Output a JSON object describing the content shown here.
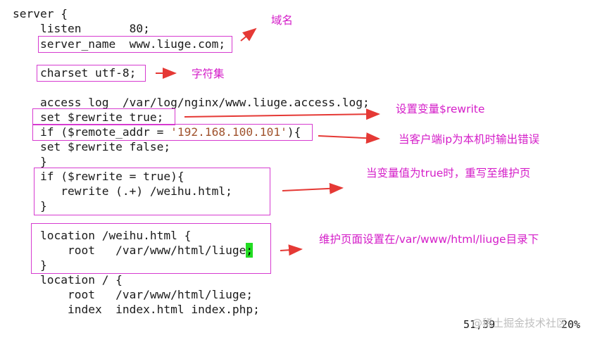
{
  "code_lines": [
    "server {",
    "    listen       80;",
    "    server_name  www.liuge.com;",
    "",
    "    charset utf-8;",
    "",
    "    access_log  /var/log/nginx/www.liuge.access.log;",
    "    set $rewrite true;",
    "    if ($remote_addr = ",
    "'192.168.100.101'",
    "){",
    "    set $rewrite false;",
    "    }",
    "    if ($rewrite = true){",
    "       rewrite (.+) /weihu.html;",
    "    }",
    "",
    "    location /weihu.html {",
    "        root   /var/www/html/liuge",
    ";",
    "    }",
    "    location / {",
    "        root   /var/www/html/liuge;",
    "        index  index.html index.php;"
  ],
  "annotations": {
    "domain": "域名",
    "charset": "字符集",
    "set_variable": "设置变量$rewrite",
    "local_ip": "当客户端ip为本机时输出错误",
    "rewrite_true": "当变量值为true时，重写至维护页",
    "maintenance_dir": "维护页面设置在/var/www/html/liuge目录下"
  },
  "status": {
    "position": "51,39",
    "percent": "20%"
  },
  "watermark": "@稀土掘金技术社区",
  "colors": {
    "annotation": "#d41cc8",
    "box": "#d63bd0",
    "arrow": "#e53935",
    "cursor": "#22dd22",
    "string": "#a0522d"
  }
}
